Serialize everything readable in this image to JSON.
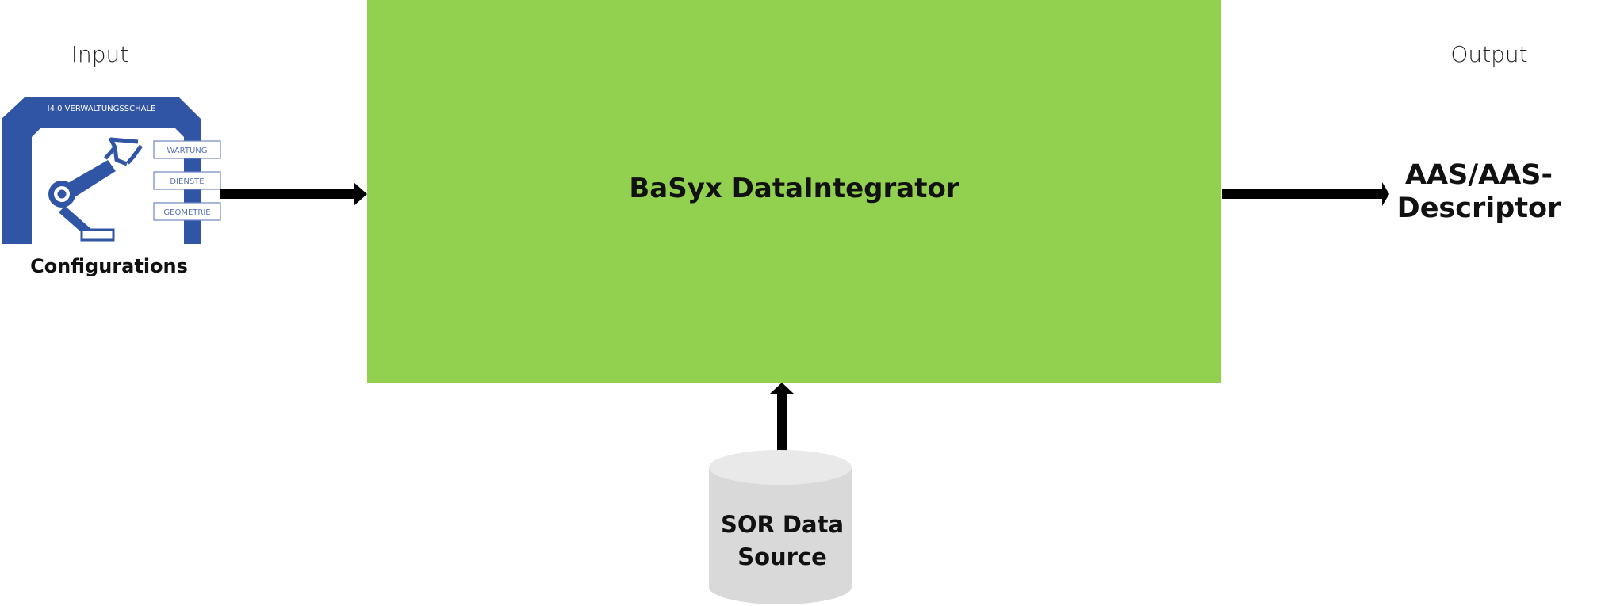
{
  "input": {
    "label": "Input"
  },
  "output": {
    "label": "Output",
    "lines": [
      "AAS/AAS-",
      "Descriptor"
    ]
  },
  "integrator": {
    "title": "BaSyx DataIntegrator",
    "color": "#92d050"
  },
  "configurations": {
    "label": "Configurations",
    "icon": {
      "name": "asset-administration-shell-icon",
      "header": "I4.0 VERWALTUNGSSCHALE",
      "submodels": [
        "WARTUNG",
        "DIENSTE",
        "GEOMETRIE"
      ],
      "color": "#2f55a4"
    }
  },
  "datasource": {
    "lines": [
      "SOR Data",
      "Source"
    ],
    "color": "#d9d9d9"
  }
}
